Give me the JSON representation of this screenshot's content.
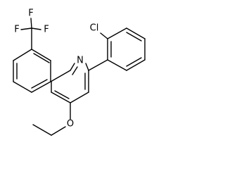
{
  "molecule": {
    "atom_labels": {
      "fluorine_1": "F",
      "fluorine_2": "F",
      "fluorine_3": "F",
      "chlorine": "Cl",
      "nitrogen": "N",
      "oxygen": "O"
    }
  },
  "colors": {
    "bond": "#000000",
    "label": "#000000",
    "background": "#ffffff"
  }
}
